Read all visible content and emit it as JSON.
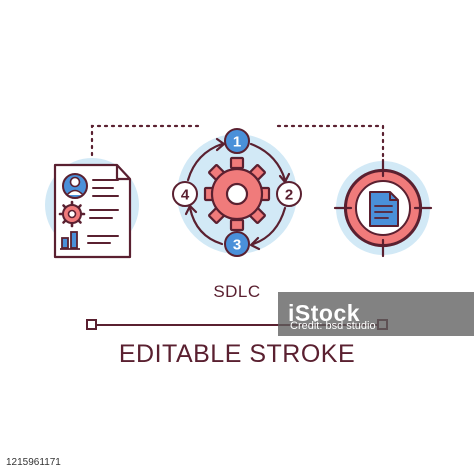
{
  "concept": {
    "title": "SDLC",
    "subtitle": "EDITABLE STROKE",
    "cycle_steps": [
      "1",
      "2",
      "3",
      "4"
    ],
    "icons": [
      "resume-document-icon",
      "gear-icon",
      "cycle-arrows-icon",
      "target-document-icon"
    ]
  },
  "watermark": {
    "logo": "iStock",
    "credit": "Credit: bsd studio"
  },
  "footer": {
    "image_id": "1215961171"
  },
  "colors": {
    "outline": "#5a2030",
    "light_blue": "#d2e9f6",
    "coral": "#f07b7b",
    "blue": "#4a90d9",
    "white": "#ffffff"
  }
}
